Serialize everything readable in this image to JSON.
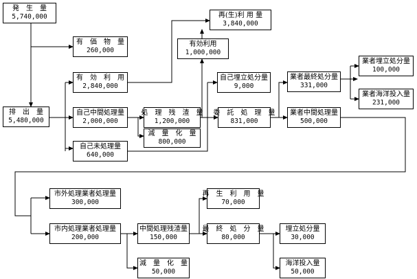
{
  "nodes": {
    "generation": {
      "label": "発　生　量",
      "value": "5,740,000"
    },
    "valuables": {
      "label": "有　価　物　量",
      "value": "260,000"
    },
    "discharge": {
      "label": "排　出　量",
      "value": "5,480,000"
    },
    "effective_use": {
      "label": "有　効　利　用",
      "value": "2,840,000"
    },
    "self_intermediate": {
      "label": "自己中間処理量",
      "value": "2,000,000"
    },
    "self_untreated": {
      "label": "自己未処理量",
      "value": "640,000"
    },
    "treatment_residue": {
      "label": "処　理　残　渣　量",
      "value": "1,200,000"
    },
    "reduction_1": {
      "label": "減　量　化　量",
      "value": "800,000"
    },
    "recycle_total": {
      "label": "再(生)利 用 量",
      "value": "3,840,000"
    },
    "effective_use_2": {
      "label": "有効利用",
      "value": "1,000,000"
    },
    "self_landfill": {
      "label": "自己埋立処分量",
      "value": "9,000"
    },
    "consigned": {
      "label": "委　託　処　理　量",
      "value": "831,000"
    },
    "contractor_final": {
      "label": "業者最終処分量",
      "value": "331,000"
    },
    "contractor_landfill": {
      "label": "業者埋立処分量",
      "value": "100,000"
    },
    "contractor_ocean": {
      "label": "業者海洋投入量",
      "value": "231,000"
    },
    "contractor_intermediate": {
      "label": "業者中間処理量",
      "value": "500,000"
    },
    "outside_city": {
      "label": "市外処理業者処理量",
      "value": "300,000"
    },
    "inside_city": {
      "label": "市内処理業者処理量",
      "value": "200,000"
    },
    "intermediate_residue": {
      "label": "中間処理残渣量",
      "value": "150,000"
    },
    "reduction_2": {
      "label": "減　量　化　量",
      "value": "50,000"
    },
    "recycle": {
      "label": "再　生　利　用　量",
      "value": "70,000"
    },
    "final_disposal": {
      "label": "最　終　処　分　量",
      "value": "80,000"
    },
    "landfill": {
      "label": "埋立処分量",
      "value": "30,000"
    },
    "ocean": {
      "label": "海洋投入量",
      "value": "50,000"
    }
  }
}
